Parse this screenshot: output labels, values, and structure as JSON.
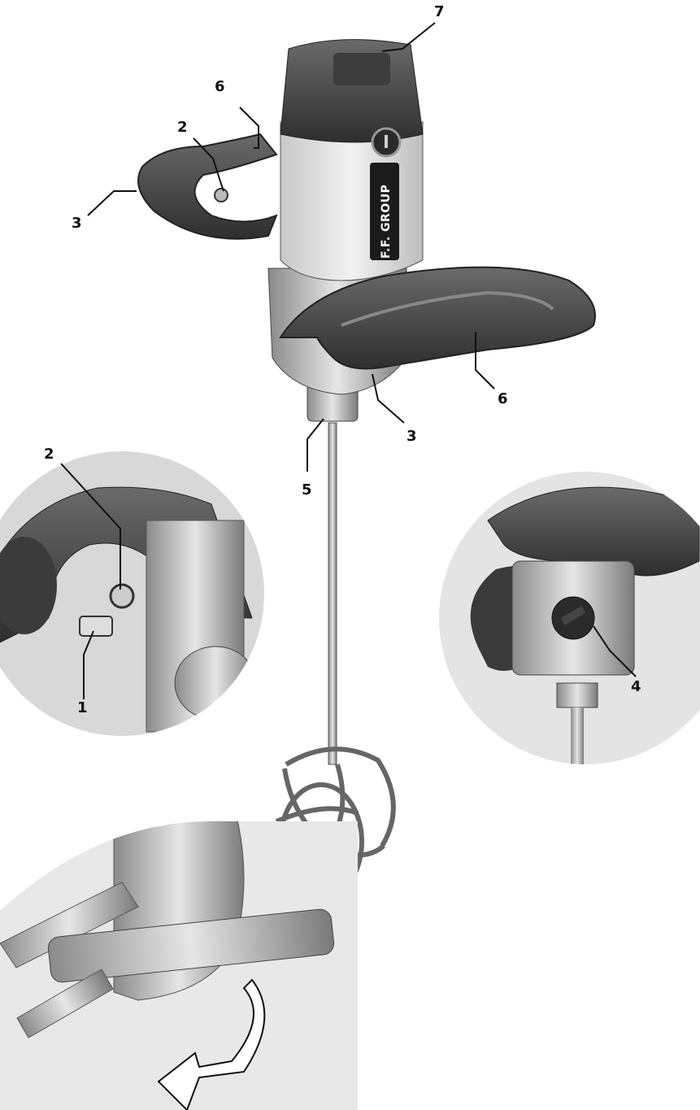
{
  "brand_label": "F.F. GROUP",
  "callouts": {
    "main_7": "7",
    "main_6_top": "6",
    "main_2_top": "2",
    "main_3_left": "3",
    "main_6_right": "6",
    "main_3_bottom": "3",
    "main_5": "5",
    "inset_left_2": "2",
    "inset_left_1": "1",
    "inset_right_4": "4"
  }
}
